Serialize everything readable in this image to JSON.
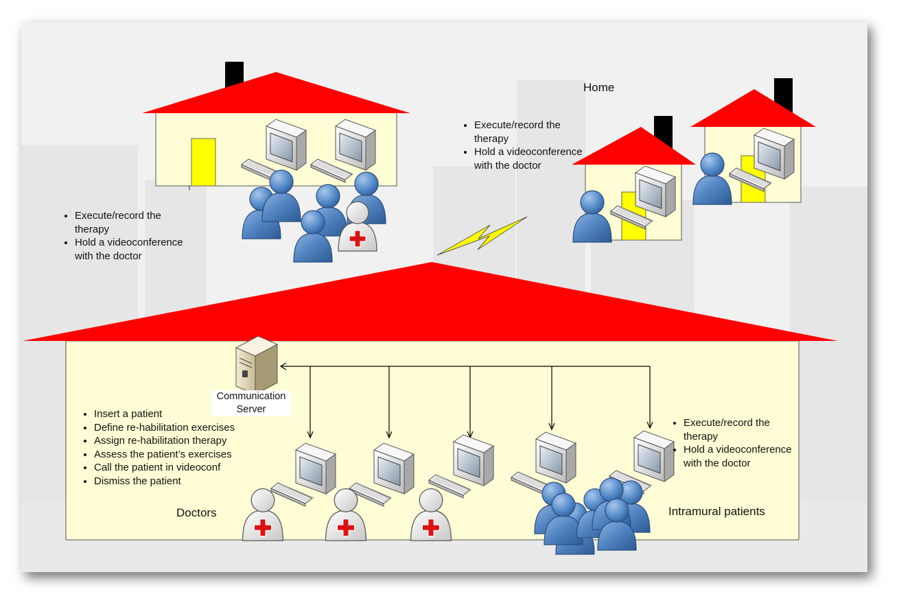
{
  "labels": {
    "home": "Home",
    "doctors": "Doctors",
    "intramural_patients": "Intramural patients",
    "server_line1": "Communication",
    "server_line2": "Server"
  },
  "left_house_tasks": [
    "Execute/record the therapy",
    "Hold a videoconference with the doctor"
  ],
  "home_tasks": [
    "Execute/record the therapy",
    "Hold a videoconference with the doctor"
  ],
  "intramural_tasks": [
    "Execute/record the therapy",
    "Hold a videoconference with the doctor"
  ],
  "doctor_tasks": [
    "Insert a patient",
    "Define re-habilitation exercises",
    "Assign re-habilitation therapy",
    "Assess the patient’s exercises",
    "Call the patient in videoconf",
    "Dismiss the patient"
  ],
  "colors": {
    "roof": "#ff0000",
    "wall": "#fffdd5",
    "door": "#ffff00",
    "person": "#4a7cb8",
    "cross": "#dd1111"
  }
}
